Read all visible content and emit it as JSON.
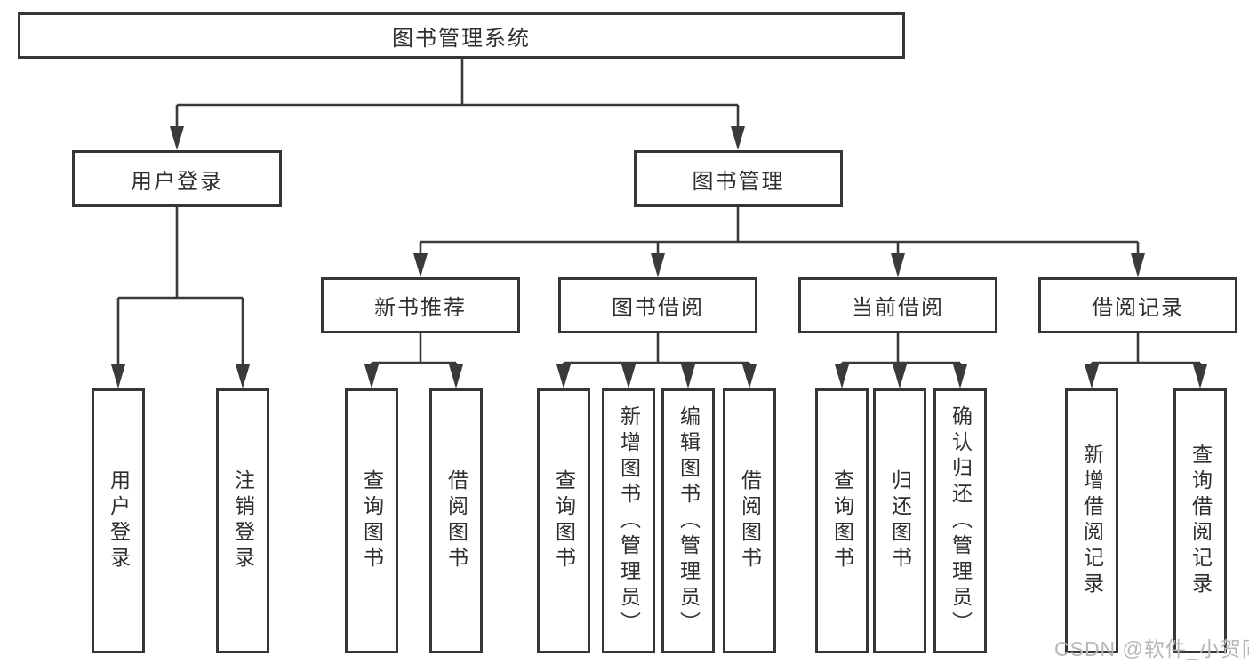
{
  "diagram": {
    "root": "图书管理系统",
    "user_login": {
      "label": "用户登录",
      "children": [
        "用户登录",
        "注销登录"
      ]
    },
    "book_mgmt": {
      "label": "图书管理",
      "sections": {
        "new_book_rec": {
          "label": "新书推荐",
          "children": [
            "查询图书",
            "借阅图书"
          ]
        },
        "book_borrow": {
          "label": "图书借阅",
          "children": [
            "查询图书",
            "新增图书（管理员）",
            "编辑图书（管理员）",
            "借阅图书"
          ]
        },
        "current_borrow": {
          "label": "当前借阅",
          "children": [
            "查询图书",
            "归还图书",
            "确认归还（管理员）"
          ]
        },
        "borrow_records": {
          "label": "借阅记录",
          "children": [
            "新增借阅记录",
            "查询借阅记录"
          ]
        }
      }
    }
  },
  "watermark": "CSDN @软件_小贺同学",
  "colors": {
    "line": "#3a3a3a",
    "border": "#363636",
    "watermark_gray": "#b7b7b7"
  }
}
